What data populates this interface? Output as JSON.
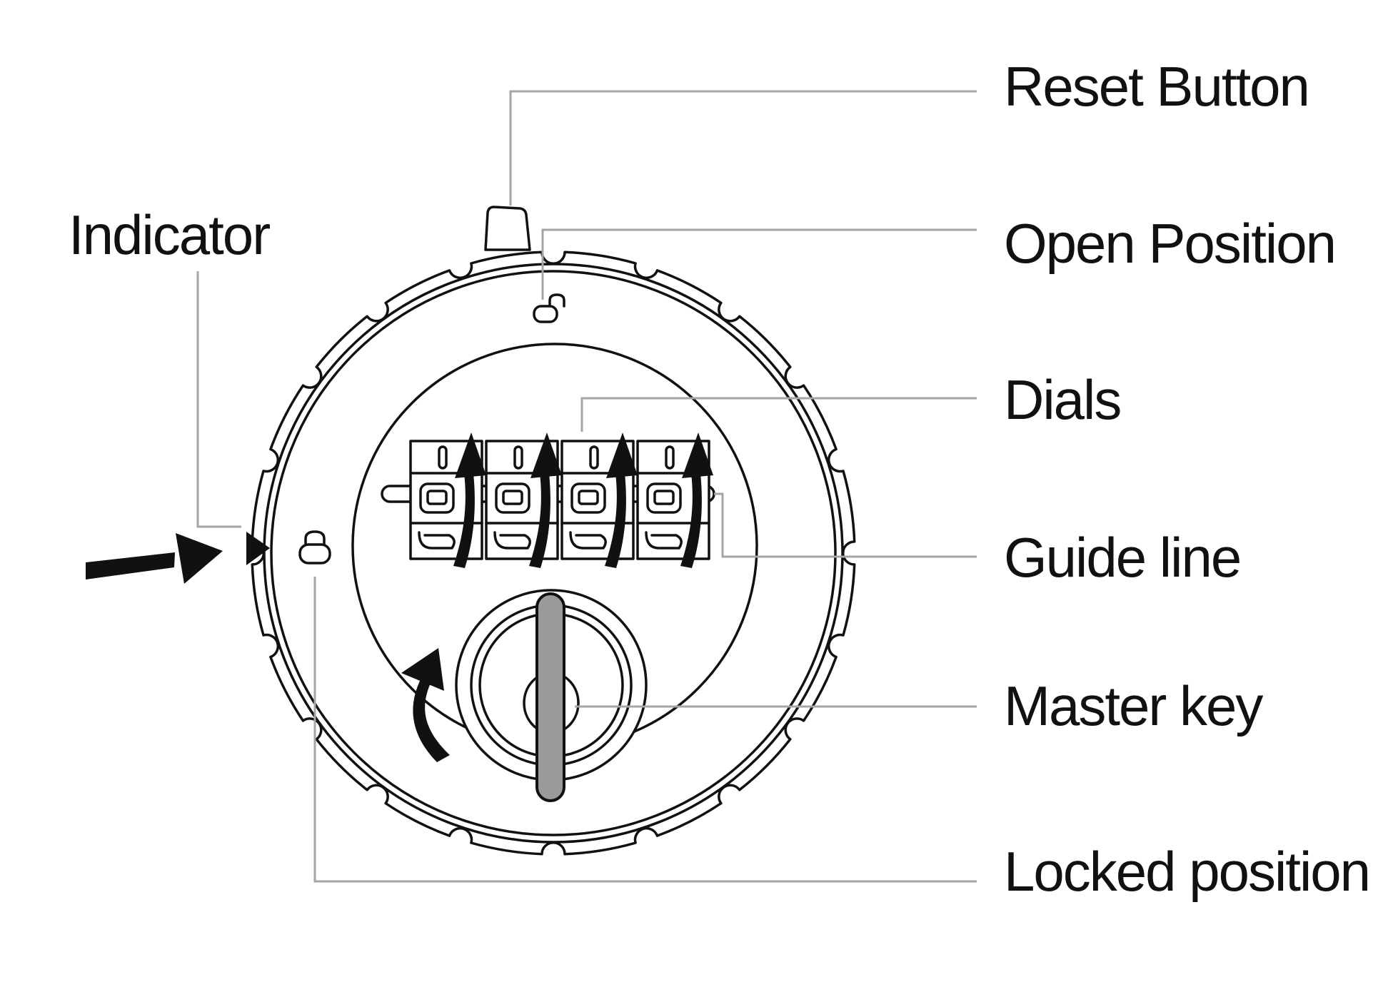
{
  "labels": {
    "reset_button": "Reset Button",
    "open_position": "Open Position",
    "dials": "Dials",
    "guide_line": "Guide line",
    "master_key": "Master key",
    "locked_position": "Locked position",
    "indicator": "Indicator"
  },
  "dials_count": 4,
  "colors": {
    "ink": "#111111",
    "leader": "#a6a6a6",
    "key": "#9a9a9a",
    "background": "#ffffff"
  },
  "icons": {
    "open_position": "unlocked-padlock-icon",
    "locked_position": "locked-padlock-icon"
  }
}
